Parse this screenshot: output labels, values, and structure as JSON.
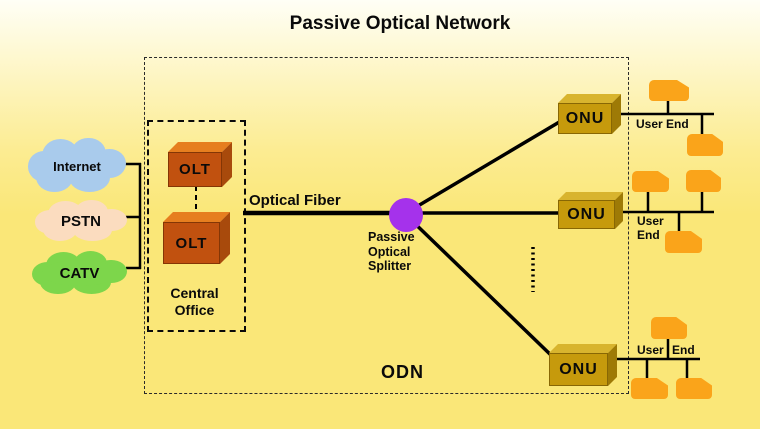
{
  "title": "Passive Optical Network",
  "colors": {
    "background_top": "#FFFFF6",
    "background_bottom": "#FAE778",
    "internet_cloud": "#A9CBEC",
    "pstn_cloud": "#FBDCBF",
    "catv_cloud": "#7DD64B",
    "olt_front": "#C1510F",
    "olt_top": "#E67E1F",
    "olt_side": "#A84A0C",
    "onu_front": "#C69A0C",
    "onu_top": "#D8B42E",
    "onu_side": "#9E7A06",
    "splitter": "#A532EB",
    "user_device": "#FAA41A",
    "line": "#000000"
  },
  "access_networks": [
    {
      "label": "Internet"
    },
    {
      "label": "PSTN"
    },
    {
      "label": "CATV"
    }
  ],
  "central_office": {
    "label": "Central\nOffice",
    "olts": [
      {
        "label": "OLT"
      },
      {
        "label": "OLT"
      }
    ]
  },
  "optical_fiber_label": "Optical Fiber",
  "splitter_label": "Passive\nOptical\nSplitter",
  "odn_label": "ODN",
  "onus": [
    {
      "label": "ONU",
      "user_end_label": "User End"
    },
    {
      "label": "ONU",
      "user_end_label": "User\nEnd"
    },
    {
      "label": "ONU",
      "user_end_label": "User End"
    }
  ]
}
